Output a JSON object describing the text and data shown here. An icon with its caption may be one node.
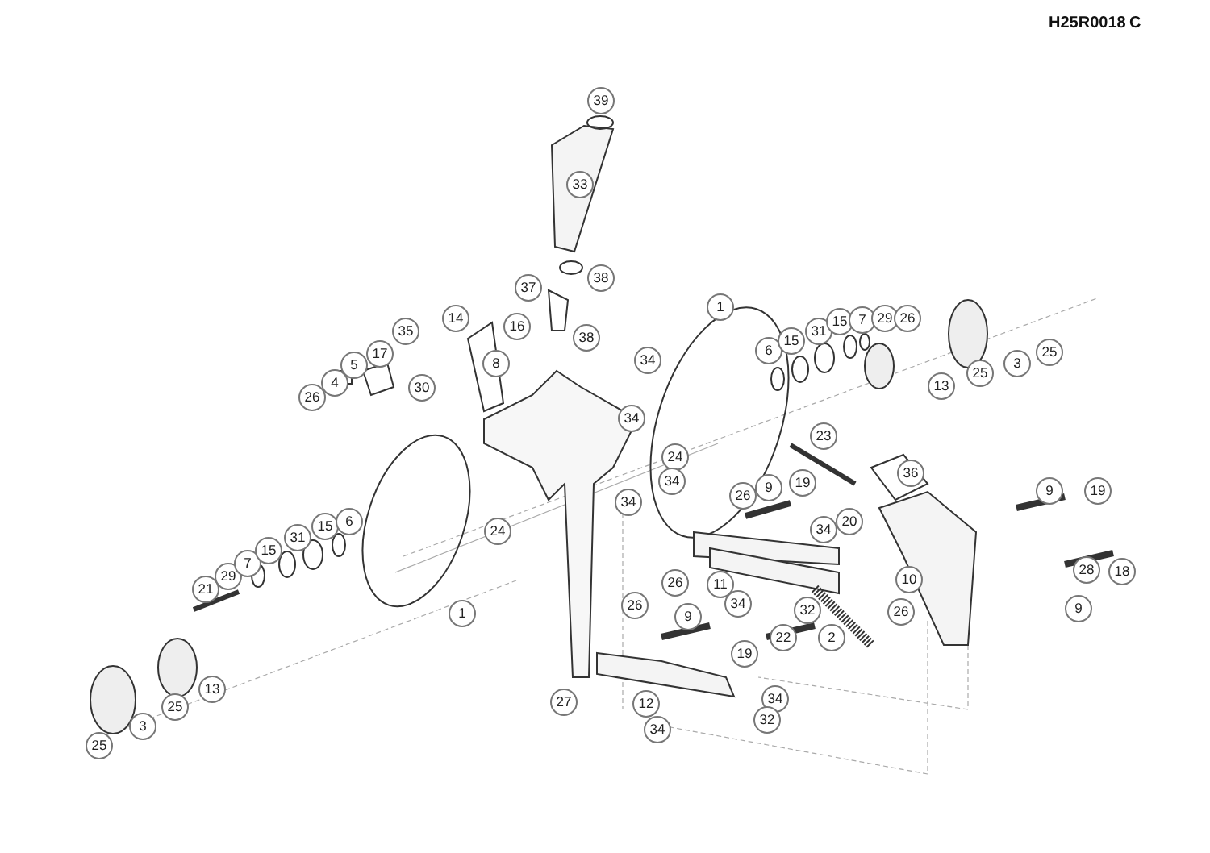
{
  "diagram": {
    "labels": [
      "H25R0018",
      "C",
      "39",
      "33",
      "38",
      "37",
      "1",
      "14",
      "16",
      "38",
      "6",
      "15",
      "31",
      "15",
      "7",
      "29",
      "26",
      "35",
      "17",
      "5",
      "4",
      "26",
      "30",
      "8",
      "34",
      "25",
      "3",
      "25",
      "13",
      "34",
      "23",
      "24",
      "34",
      "36",
      "9",
      "19",
      "26",
      "9",
      "19",
      "20",
      "24",
      "34",
      "34",
      "26",
      "11",
      "10",
      "28",
      "18",
      "34",
      "32",
      "9",
      "1",
      "21",
      "29",
      "7",
      "15",
      "31",
      "15",
      "6",
      "26",
      "9",
      "19",
      "22",
      "2",
      "26",
      "13",
      "25",
      "3",
      "25",
      "27",
      "12",
      "34",
      "32",
      "34"
    ]
  }
}
